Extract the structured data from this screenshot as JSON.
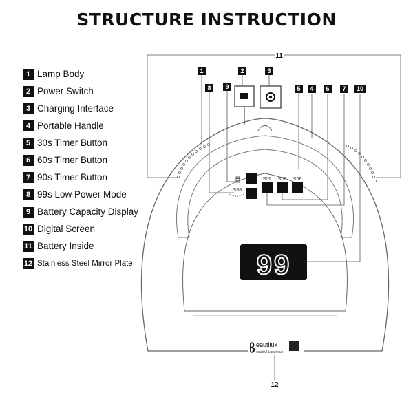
{
  "title": "STRUCTURE INSTRUCTION",
  "legend": [
    {
      "num": "1",
      "label": "Lamp Body"
    },
    {
      "num": "2",
      "label": "Power Switch"
    },
    {
      "num": "3",
      "label": "Charging Interface"
    },
    {
      "num": "4",
      "label": "Portable Handle"
    },
    {
      "num": "5",
      "label": "30s Timer Button"
    },
    {
      "num": "6",
      "label": "60s Timer Button"
    },
    {
      "num": "7",
      "label": "90s Timer Button"
    },
    {
      "num": "8",
      "label": "99s Low Power Mode"
    },
    {
      "num": "9",
      "label": "Battery Capacity Display"
    },
    {
      "num": "10",
      "label": "Digital Screen"
    },
    {
      "num": "11",
      "label": "Battery Inside"
    },
    {
      "num": "12",
      "label": "Stainless Steel Mirror Plate"
    }
  ],
  "callouts": {
    "c1": "1",
    "c2": "2",
    "c3": "3",
    "c4": "4",
    "c5": "5",
    "c6": "6",
    "c7": "7",
    "c8": "8",
    "c9": "9",
    "c10": "10",
    "c11": "11",
    "c12": "12"
  },
  "lamp": {
    "btn_30": "30S",
    "btn_60": "60S",
    "btn_90": "90S",
    "btn_99": "99S",
    "display": "99",
    "brand": "eautilux",
    "brand_sub": "eautiful Luxurious"
  }
}
